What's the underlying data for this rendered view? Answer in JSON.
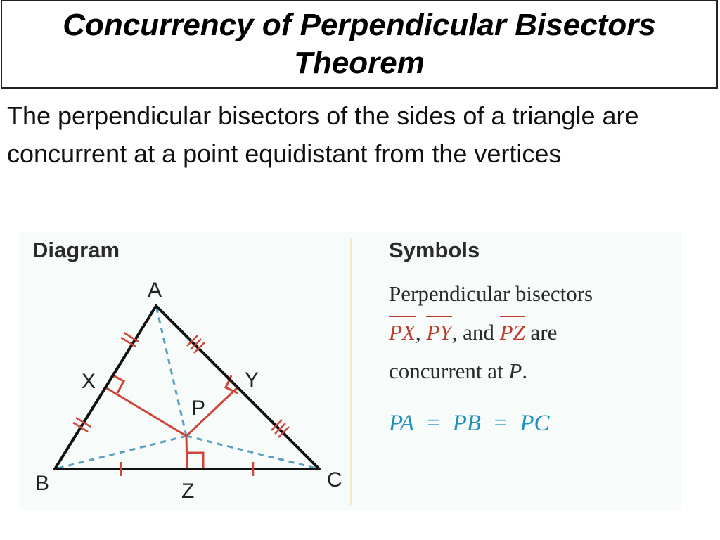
{
  "title": "Concurrency of Perpendicular Bisectors Theorem",
  "statement": "The perpendicular bisectors of the sides of a triangle are concurrent at a point equidistant from the vertices",
  "figure": {
    "diagram_heading": "Diagram",
    "symbols_heading": "Symbols",
    "symbols_line1": "Perpendicular bisectors",
    "segment_px": "PX",
    "segment_py": "PY",
    "segment_pz": "PZ",
    "comma": ",",
    "and_text": ", and",
    "are_text": "are",
    "concurrent_text": "concurrent at ",
    "point_p": "P",
    "period": ".",
    "equation": "PA  =  PB  =  PC",
    "labels": {
      "A": "A",
      "B": "B",
      "C": "C",
      "X": "X",
      "Y": "Y",
      "Z": "Z",
      "P": "P"
    },
    "colors": {
      "triangle": "#111111",
      "bisector": "#d0453a",
      "dashed": "#5a9fc0",
      "equation": "#1f8fbf"
    }
  }
}
